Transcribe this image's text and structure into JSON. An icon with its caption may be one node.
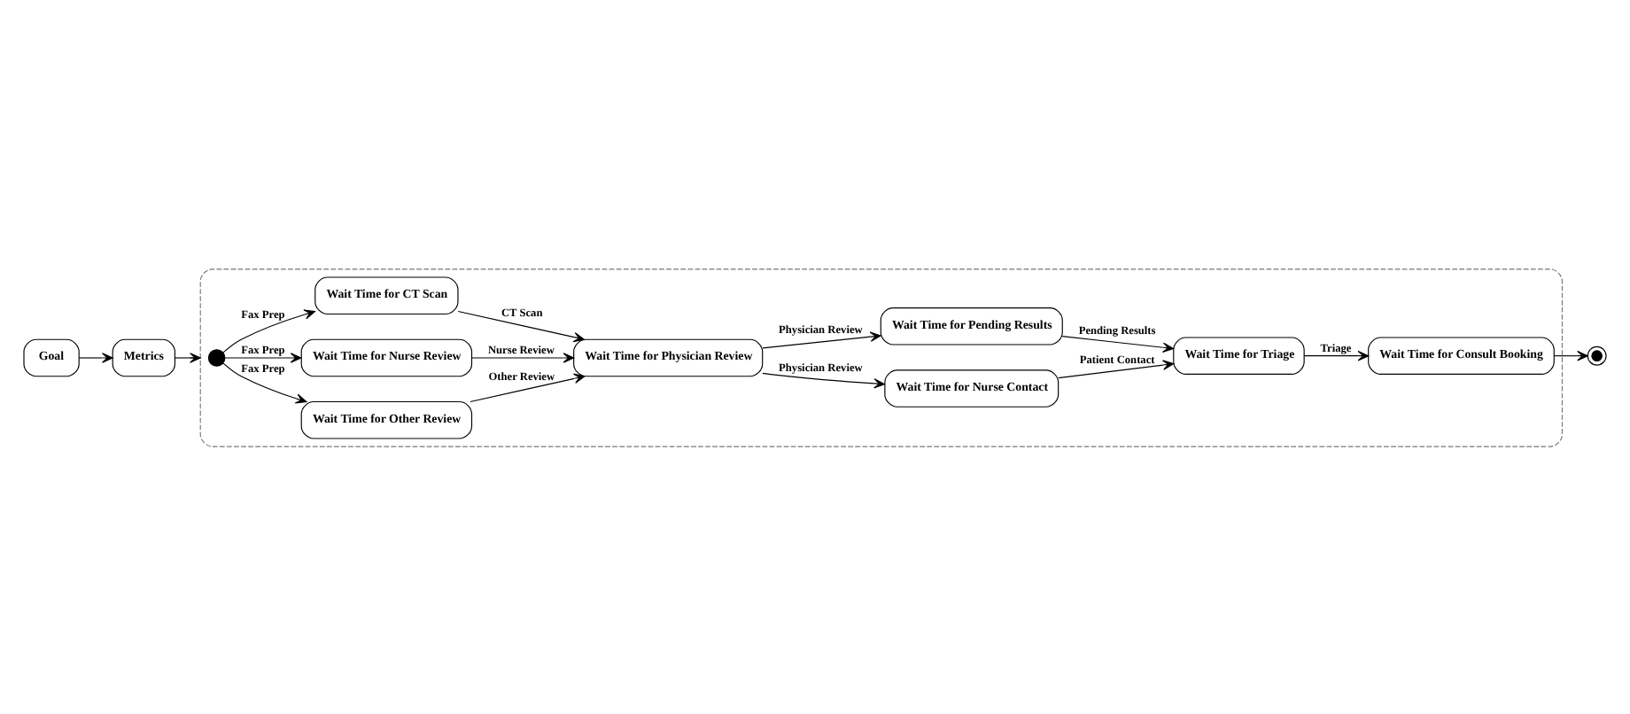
{
  "diagram": {
    "nodes": [
      {
        "text": [
          "Goal"
        ]
      },
      {
        "text": [
          "Metrics"
        ]
      },
      {
        "text": [],
        "shape": "ellipse"
      },
      {
        "text": [],
        "shape": "circle",
        "in": 2
      },
      {
        "text": [
          "Wait Time for Other Review"
        ],
        "in": 2
      },
      {
        "text": [
          "Wait Time for Nurse Review"
        ],
        "in": 2
      },
      {
        "text": [
          "Wait Time for CT Scan"
        ],
        "in": 2
      },
      {
        "text": [
          "Wait Time for Physician Review"
        ],
        "in": 2
      },
      {
        "text": [
          "Wait Time for Nurse Contact"
        ],
        "in": 2
      },
      {
        "text": [
          "Wait Time for Pending Results"
        ],
        "in": 2
      },
      {
        "text": [
          "Wait Time for Triage"
        ],
        "in": 2
      },
      {
        "text": [
          "Wait Time for Consult Booking"
        ],
        "in": 2
      },
      {
        "text": [],
        "shape": "circle"
      }
    ],
    "edges": [
      {
        "from": 0,
        "to": 1,
        "arrow": "to"
      },
      {
        "from": 1,
        "to": 2,
        "arrow": "to"
      },
      {
        "from": 3,
        "to": 4,
        "arrow": "to",
        "label": "Fax Prep"
      },
      {
        "from": 3,
        "to": 5,
        "arrow": "to",
        "label": "Fax Prep"
      },
      {
        "from": 3,
        "to": 6,
        "arrow": "to",
        "label": "Fax Prep"
      },
      {
        "from": 4,
        "to": 7,
        "arrow": "to",
        "label": "Other Review"
      },
      {
        "from": 5,
        "to": 7,
        "arrow": "to",
        "label": "Nurse Review"
      },
      {
        "from": 6,
        "to": 7,
        "arrow": "to",
        "label": "CT Scan"
      },
      {
        "from": 7,
        "to": 8,
        "arrow": "to",
        "label": "Physician Review"
      },
      {
        "from": 7,
        "to": 9,
        "arrow": "to",
        "label": "Physician Review"
      },
      {
        "from": 8,
        "to": 10,
        "arrow": "to",
        "label": "Patient Contact"
      },
      {
        "from": 9,
        "to": 10,
        "arrow": "to",
        "label": "Pending Results"
      },
      {
        "from": 10,
        "to": 11,
        "arrow": "to",
        "label": "Triage"
      },
      {
        "from": 11,
        "to": 12,
        "arrow": "to"
      }
    ]
  }
}
